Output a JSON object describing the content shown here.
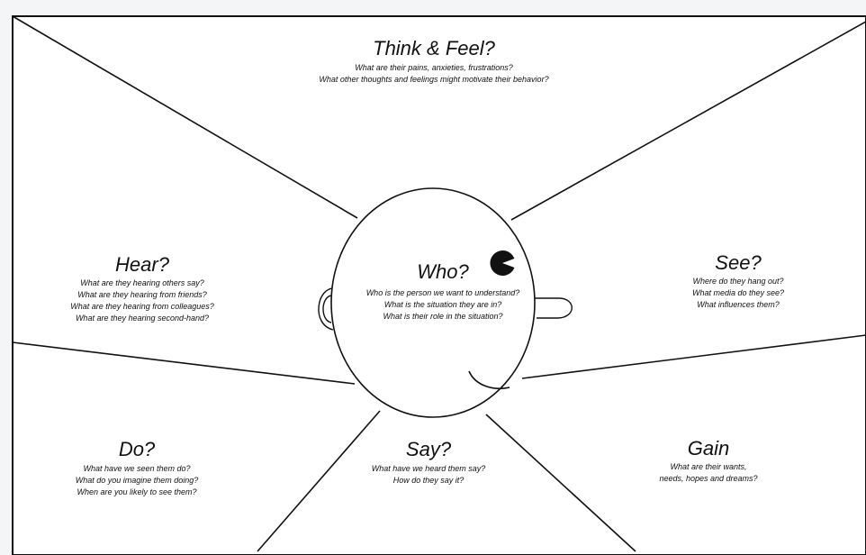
{
  "colors": {
    "background": "#f3f5f7",
    "panel": "#ffffff",
    "line": "#111111",
    "text": "#111111"
  },
  "head": {
    "eye_icon": "pacman-eye-icon",
    "ear_icon": "ear-icon",
    "nose_icon": "nose-icon",
    "mouth_icon": "smile-mouth-icon"
  },
  "sections": {
    "think_feel": {
      "title": "Think & Feel?",
      "questions": [
        "What are their pains, anxieties, frustrations?",
        "What other thoughts and feelings might motivate their behavior?"
      ]
    },
    "hear": {
      "title": "Hear?",
      "questions": [
        "What are they hearing others say?",
        "What are they hearing from friends?",
        "What are they hearing from colleagues?",
        "What are they hearing second-hand?"
      ]
    },
    "who": {
      "title": "Who?",
      "questions": [
        "Who is the person we want to understand?",
        "What is the situation they are in?",
        "What is their role in the situation?"
      ]
    },
    "see": {
      "title": "See?",
      "questions": [
        "Where do they hang out?",
        "What media do they see?",
        "What influences them?"
      ]
    },
    "do": {
      "title": "Do?",
      "questions": [
        "What have we seen them do?",
        "What do you imagine them doing?",
        "When are you likely to see them?"
      ]
    },
    "say": {
      "title": "Say?",
      "questions": [
        "What have we heard them say?",
        "How do they say it?"
      ]
    },
    "gain": {
      "title": "Gain",
      "questions": [
        "What are their wants,",
        "needs, hopes and dreams?"
      ]
    }
  }
}
